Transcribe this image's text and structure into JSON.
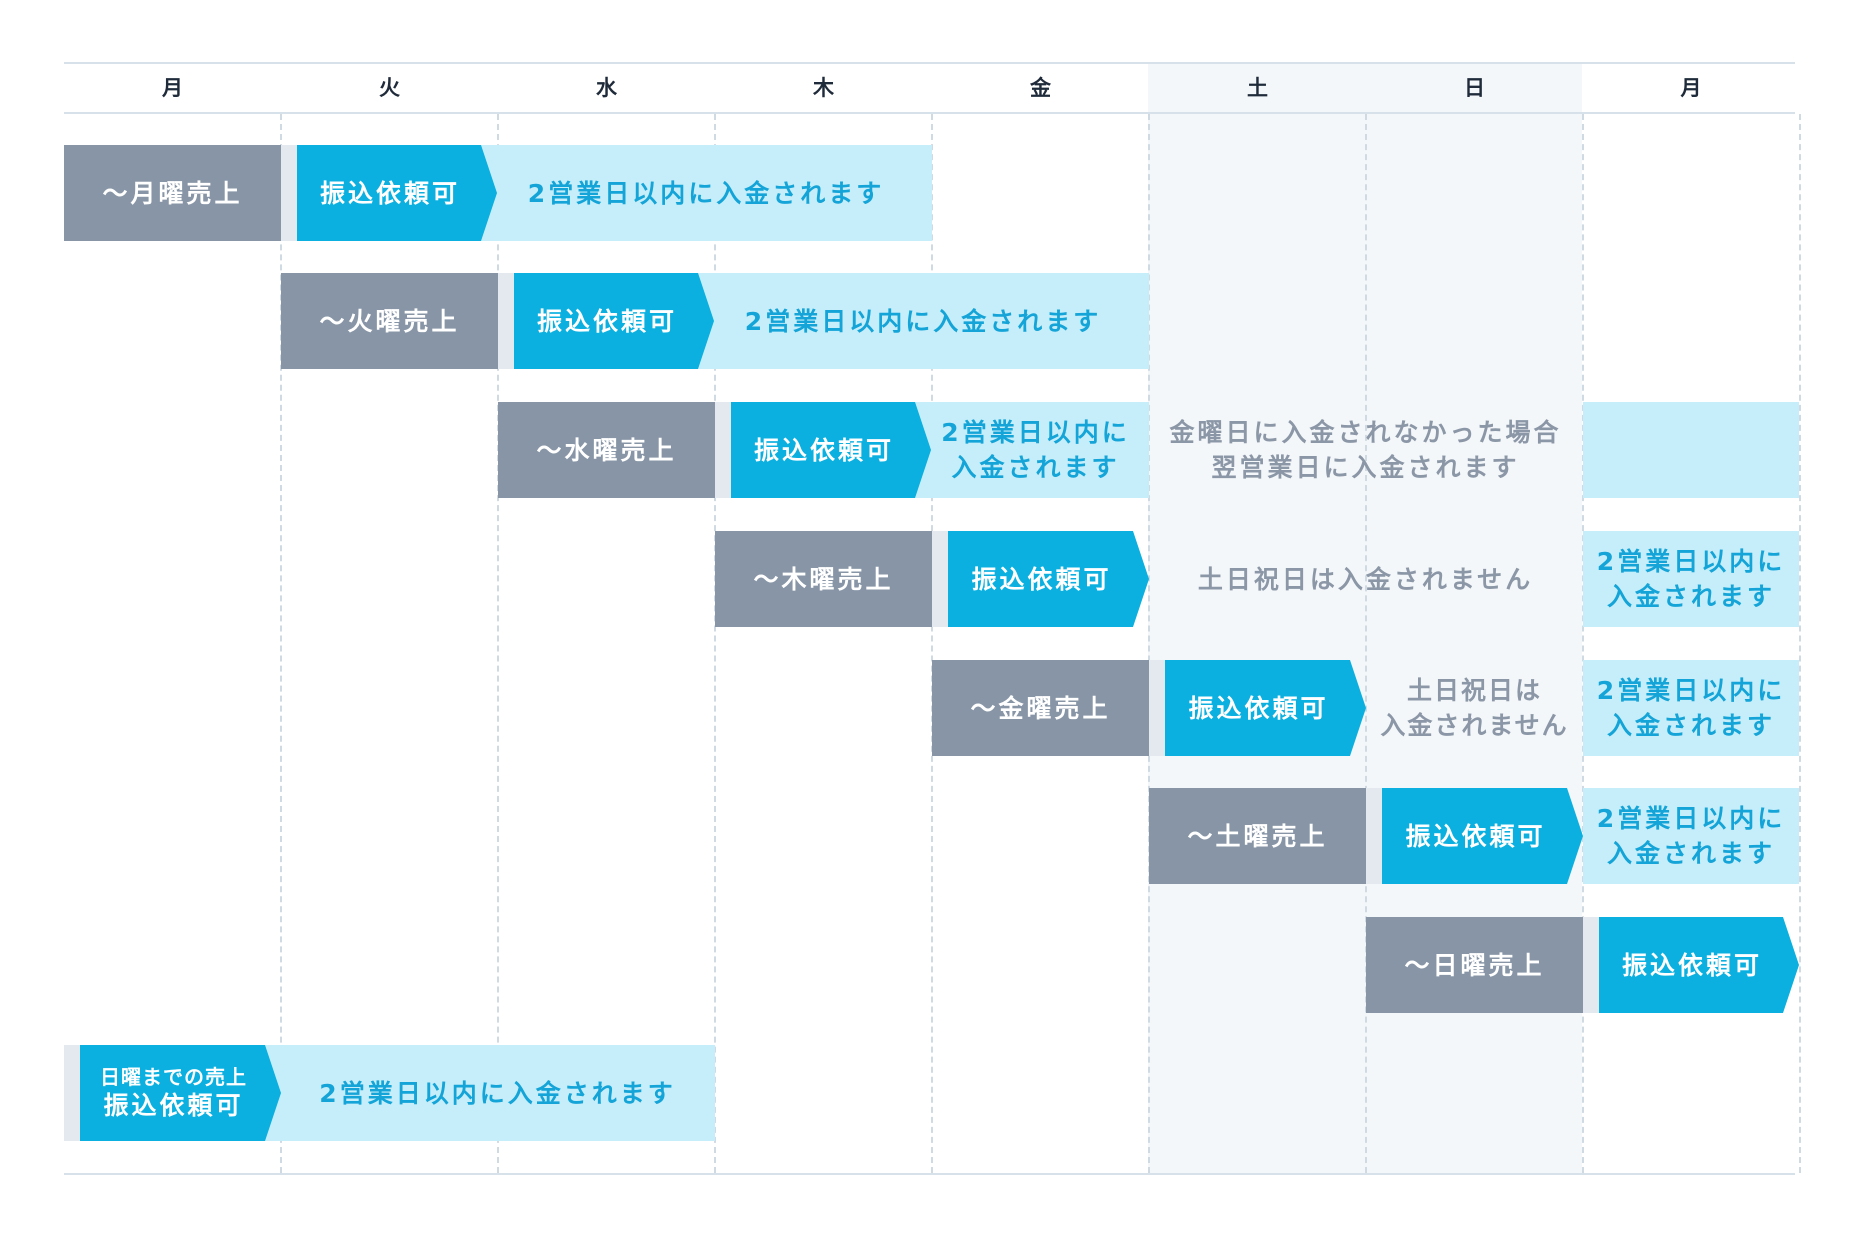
{
  "days": [
    "月",
    "火",
    "水",
    "木",
    "金",
    "土",
    "日",
    "月"
  ],
  "rows": [
    {
      "sales_label": "～月曜売上",
      "transfer_label": "振込依頼可",
      "deposit_label": "2営業日以内に入金されます"
    },
    {
      "sales_label": "～火曜売上",
      "transfer_label": "振込依頼可",
      "deposit_label": "2営業日以内に入金されます"
    },
    {
      "sales_label": "～水曜売上",
      "transfer_label": "振込依頼可",
      "deposit_label_line1": "2営業日以内に",
      "deposit_label_line2": "入金されます",
      "note_line1": "金曜日に入金されなかった場合",
      "note_line2": "翌営業日に入金されます"
    },
    {
      "sales_label": "～木曜売上",
      "transfer_label": "振込依頼可",
      "note": "土日祝日は入金されません",
      "deposit_label_line1": "2営業日以内に",
      "deposit_label_line2": "入金されます"
    },
    {
      "sales_label": "～金曜売上",
      "transfer_label": "振込依頼可",
      "note_line1": "土日祝日は",
      "note_line2": "入金されません",
      "deposit_label_line1": "2営業日以内に",
      "deposit_label_line2": "入金されます"
    },
    {
      "sales_label": "～土曜売上",
      "transfer_label": "振込依頼可",
      "deposit_label_line1": "2営業日以内に",
      "deposit_label_line2": "入金されます"
    },
    {
      "sales_label": "～日曜売上",
      "transfer_label": "振込依頼可"
    },
    {
      "combo_line1": "日曜までの売上",
      "combo_line2": "振込依頼可",
      "deposit_label": "2営業日以内に入金されます"
    }
  ],
  "colors": {
    "sales": "#8795a6",
    "transfer": "#0bb0e0",
    "deposit_bg": "#c6eefa",
    "deposit_text": "#14a4d7",
    "note_text": "#8b97a6",
    "weekend_bg": "#f4f7fa",
    "grid": "#d6e1ea"
  }
}
